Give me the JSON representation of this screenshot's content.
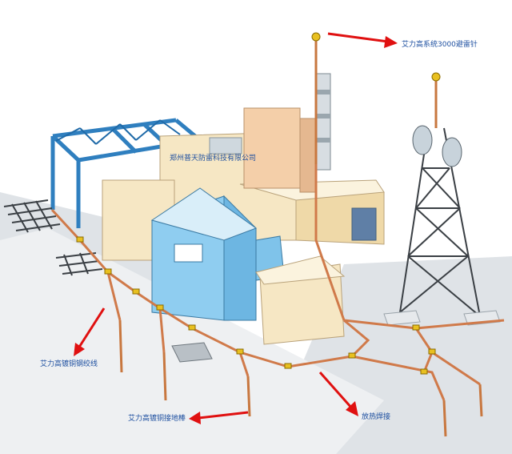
{
  "company_sign": "郑州普天防雷科技有限公司",
  "labels": {
    "lightning_rod": "艾力高系统3000避雷针",
    "copper_strand": "艾力高镀铜钢绞线",
    "ground_rod": "艾力高镀铜接地棒",
    "exothermic_weld": "放热焊接"
  },
  "colors": {
    "sky": "#ffffff",
    "ground": "#d9dde2",
    "road": "#eef0f2",
    "arrow": "#e01010",
    "label_text": "#1d4fa0",
    "copper": "#d07a4a",
    "connector": "#e8c020",
    "steel_blue": "#2f7fbf",
    "building_cream": "#f6e7c4",
    "building_blue": "#8fcdf0",
    "tower": "#3a3f44"
  }
}
